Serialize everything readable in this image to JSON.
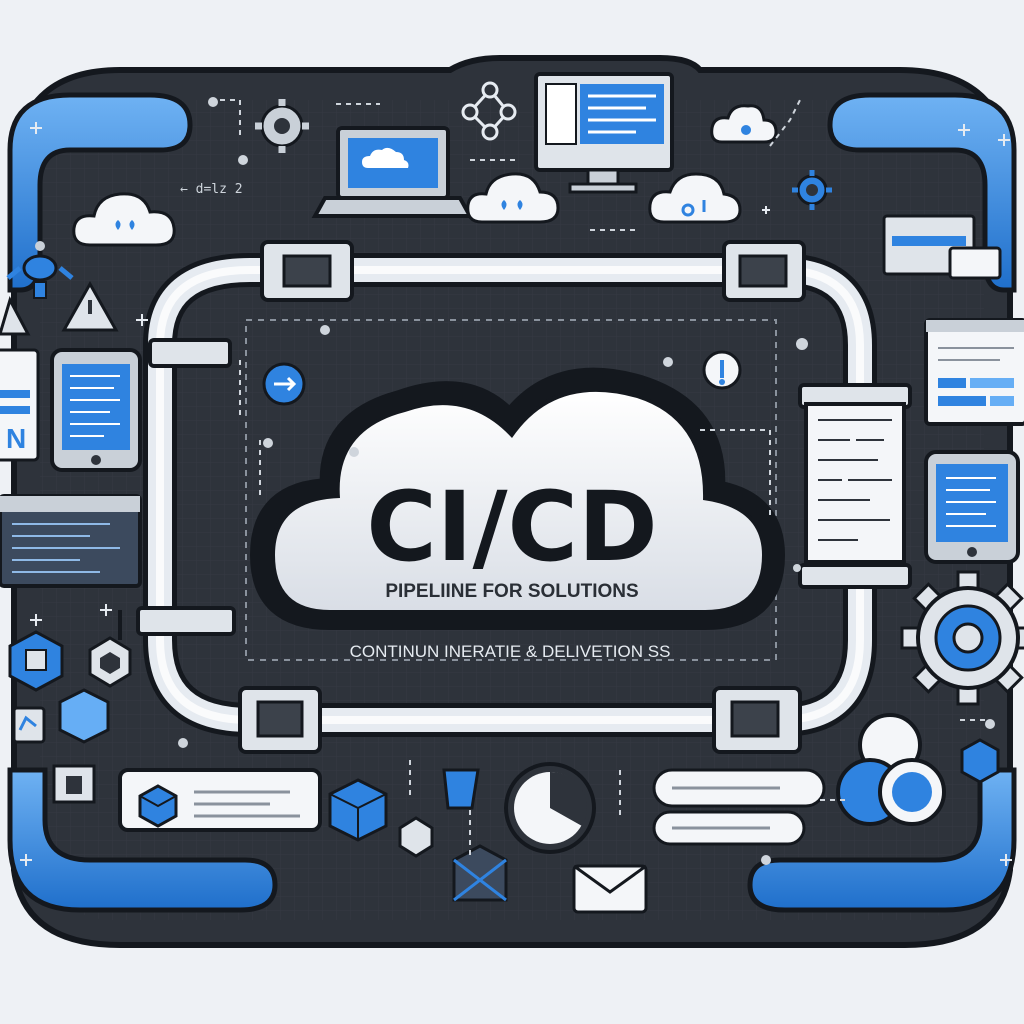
{
  "hero": {
    "title": "CI/CD",
    "subtitle": "PIPELIINE FOR SOLUTIONS",
    "tagline": "CONTINUN INERATIE & DELIVETION SS"
  },
  "labels": {
    "small_formula": "← d=lz 2",
    "sidebar_code": "N"
  },
  "colors": {
    "frame_dark": "#2e333b",
    "frame_border": "#14181e",
    "accent_blue": "#2f83e0",
    "light_blue": "#66aef5",
    "cloud_white": "#f4f6f9",
    "pipe_white": "#e9edf2",
    "background": "#eef1f5"
  },
  "icons": [
    "cloud-icon",
    "gear-icon",
    "laptop-icon",
    "monitor-icon",
    "tablet-icon",
    "network-node-icon",
    "cube-icon",
    "hexagon-icon",
    "envelope-icon",
    "pie-chart-icon",
    "warning-triangle-icon",
    "document-icon",
    "code-window-icon",
    "robot-bird-icon",
    "lock-icon"
  ]
}
